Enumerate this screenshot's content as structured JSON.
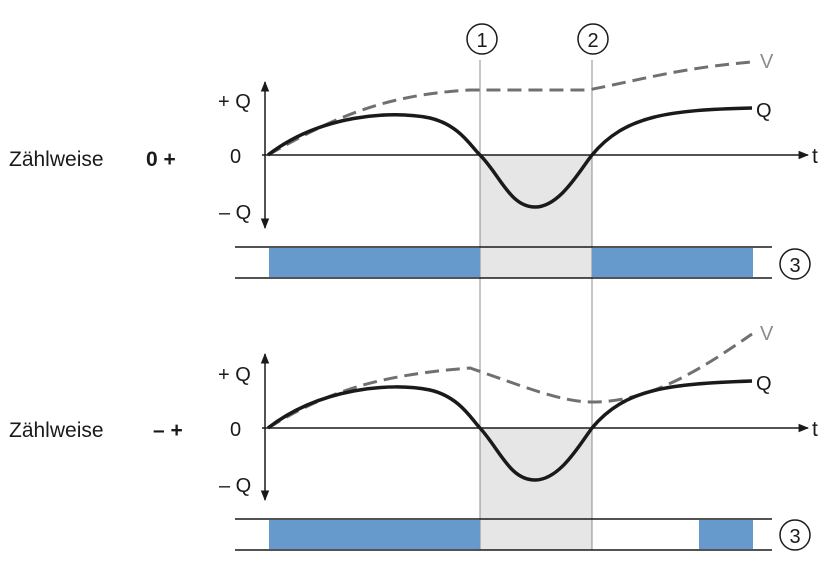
{
  "markers": {
    "m1": "1",
    "m2": "2",
    "m3": "3"
  },
  "panels": [
    {
      "mode_label": "Zählweise",
      "mode_symbol": "0 +",
      "axis_pos": "+ Q",
      "axis_zero": "0",
      "axis_neg": "– Q",
      "time_label": "t",
      "curve_v_label": "V",
      "curve_q_label": "Q"
    },
    {
      "mode_label": "Zählweise",
      "mode_symbol": "– +",
      "axis_pos": "+ Q",
      "axis_zero": "0",
      "axis_neg": "– Q",
      "time_label": "t",
      "curve_v_label": "V",
      "curve_q_label": "Q"
    }
  ],
  "colors": {
    "output_bar": "#6699cc",
    "shaded_region": "#e6e6e6",
    "q_curve": "#1a1a1a",
    "v_curve": "#707070",
    "guide_line": "#8c8c8c"
  }
}
